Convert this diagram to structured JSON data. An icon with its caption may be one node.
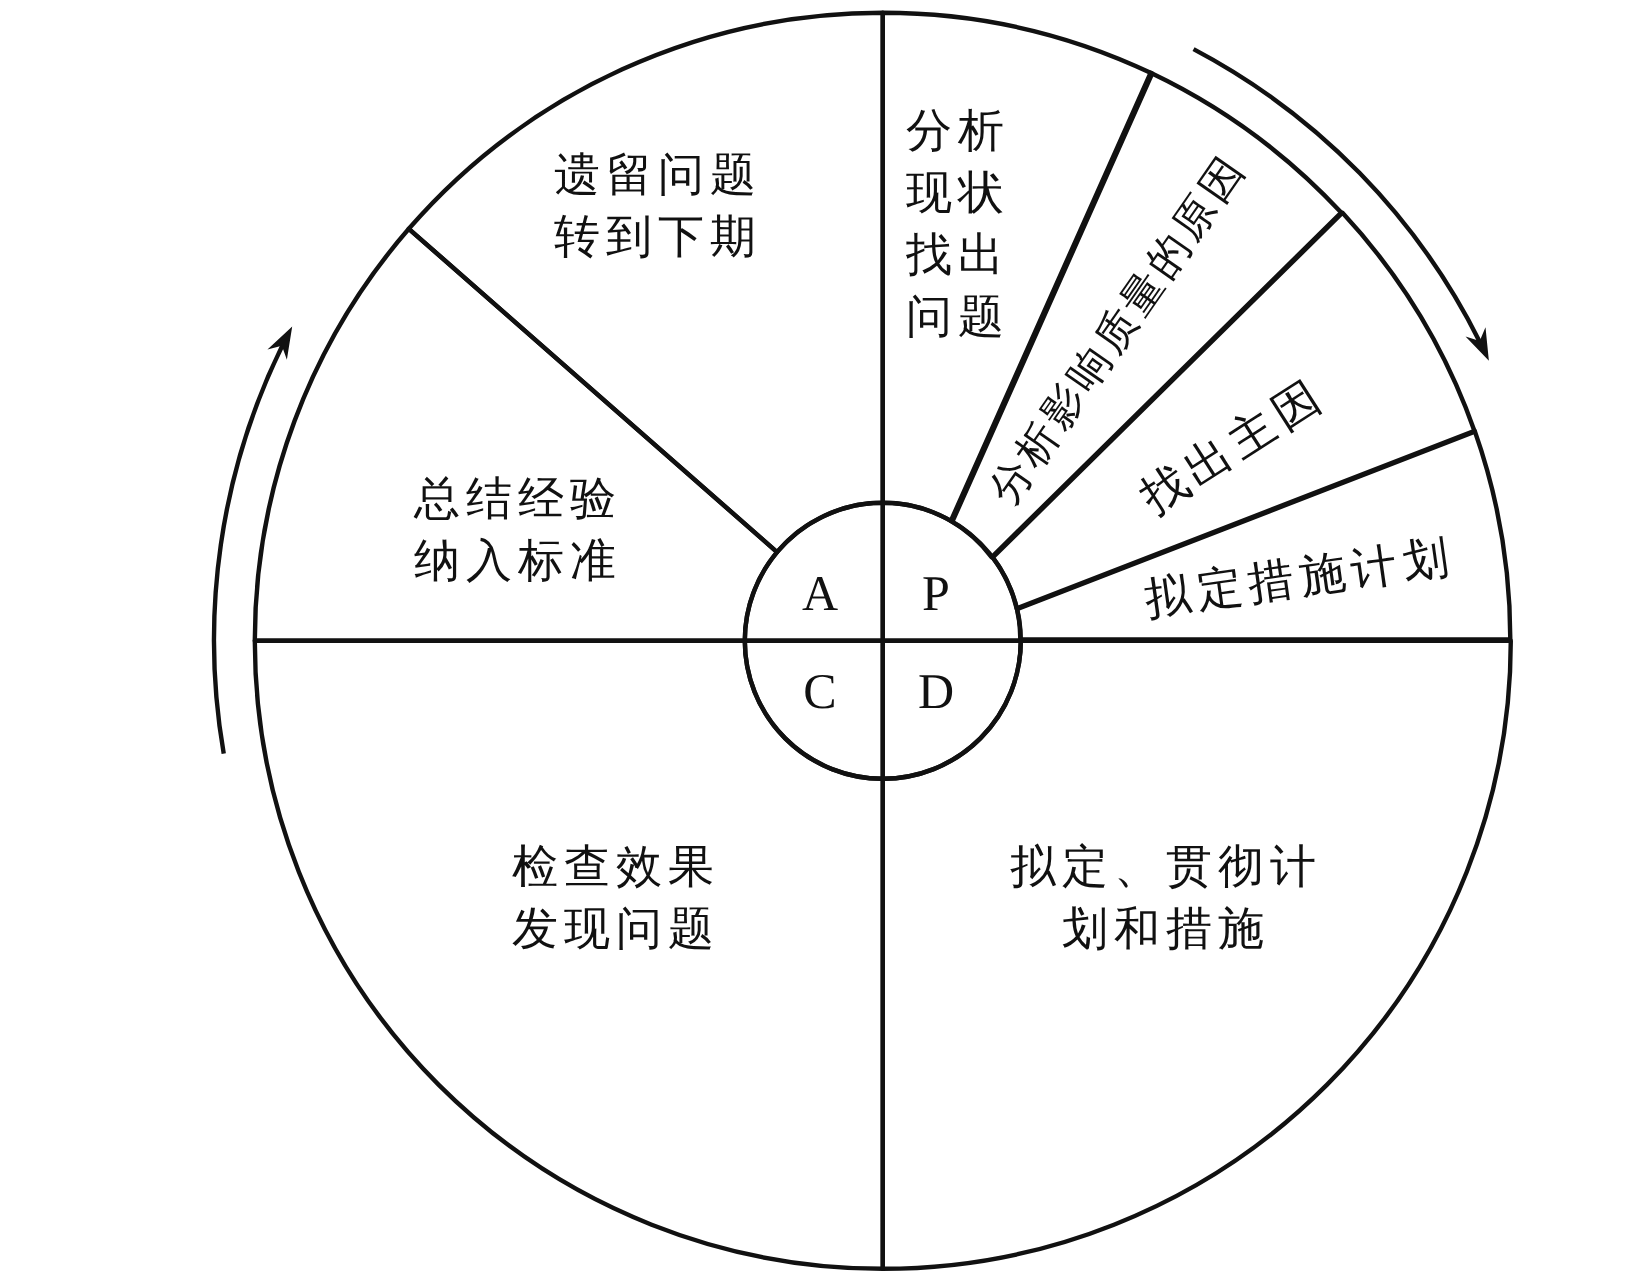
{
  "diagram": {
    "nodes": [
      {
        "text": [
          "遗留问题转到下期"
        ]
      },
      {
        "text": [
          "分析现状找出问题"
        ]
      },
      {
        "text": [
          "分析影响质量的原因"
        ]
      },
      {
        "text": [
          "找出主因"
        ]
      },
      {
        "text": [
          "总结经验纳入标准"
        ]
      },
      {
        "text": [
          "拟定措施计划"
        ]
      },
      {
        "text": [
          "A"
        ]
      },
      {
        "text": [
          "P"
        ]
      },
      {
        "text": [
          "C"
        ]
      },
      {
        "text": [
          "D"
        ]
      },
      {
        "text": [
          "检查效果发现问题"
        ]
      },
      {
        "text": [
          "拟定、贯彻计划和措施"
        ]
      }
    ]
  }
}
